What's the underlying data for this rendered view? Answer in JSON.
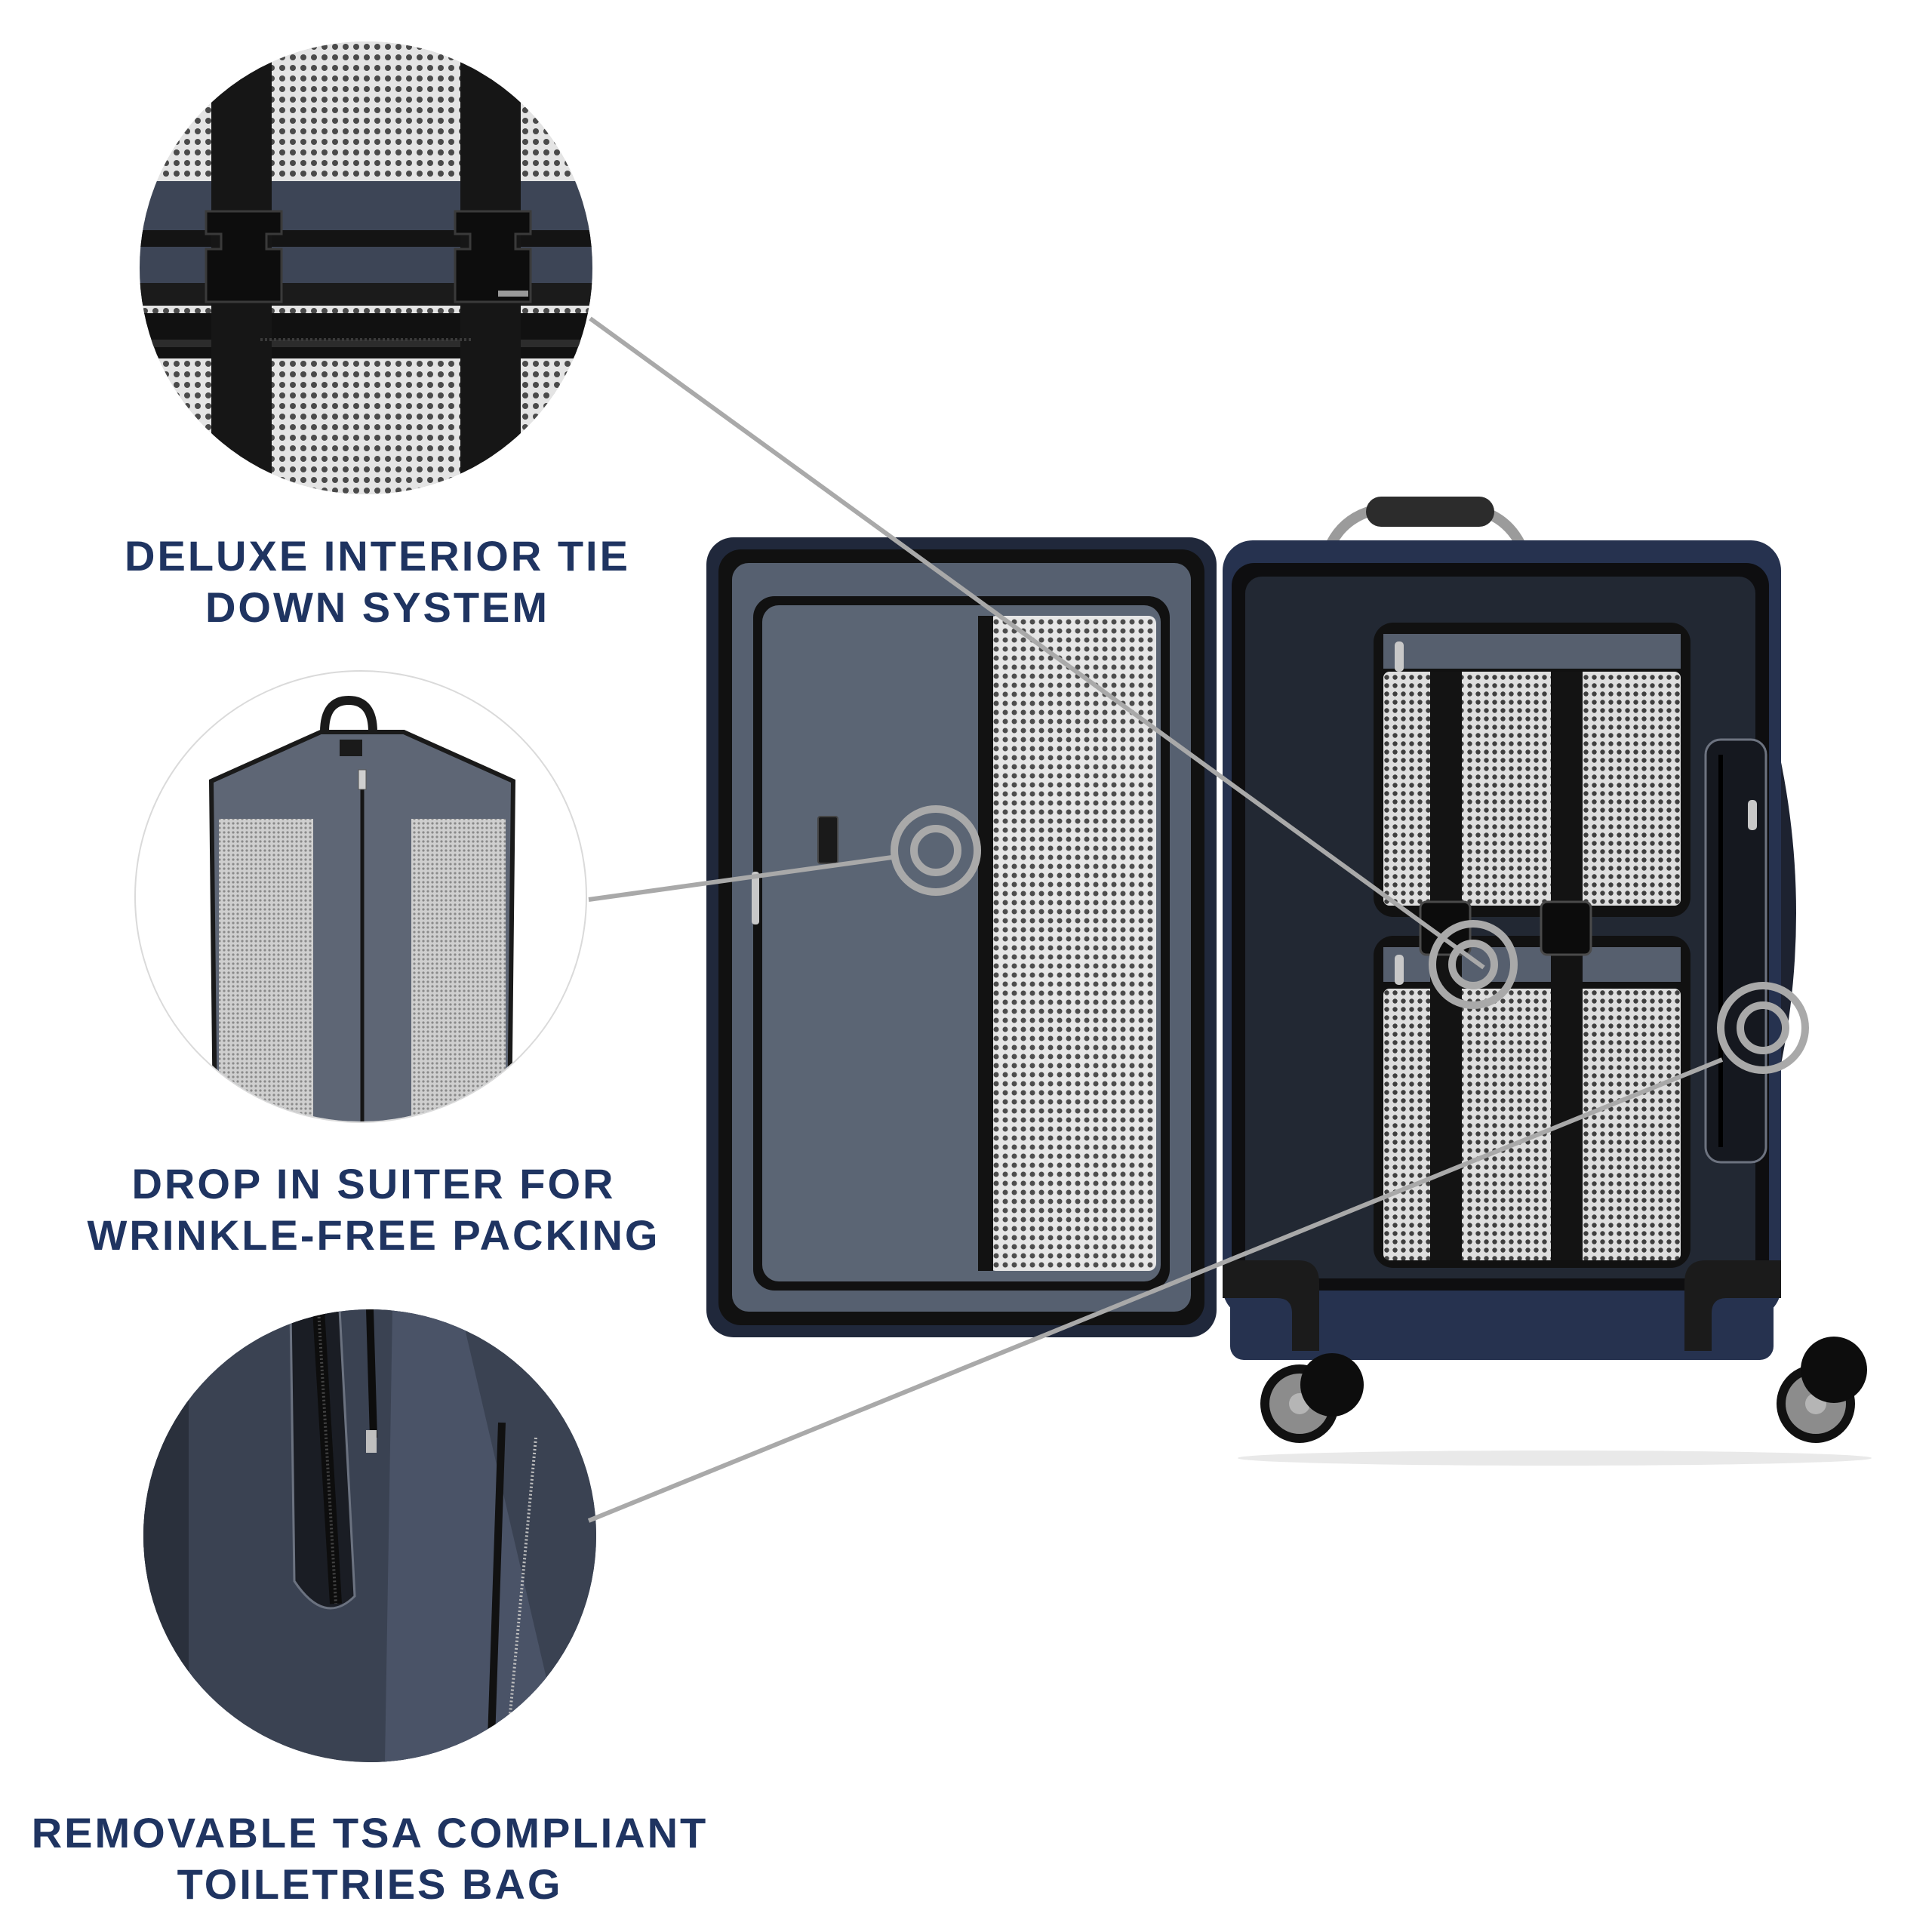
{
  "palette": {
    "caption_text": "#1f3461",
    "leader_line": "#a9a9a9",
    "target_ring": "#a9a9a9",
    "luggage_navy": "#24304f",
    "lining_grey": "#5a6372",
    "mesh_light": "#d9d9d9",
    "strap_black": "#141414",
    "background": "#ffffff"
  },
  "features": [
    {
      "id": "tie-down",
      "caption_lines": [
        "DELUXE INTERIOR TIE",
        "DOWN SYSTEM"
      ],
      "detail_image": "interior-strap-buckles-closeup",
      "target": "main-compartment-buckle"
    },
    {
      "id": "suiter",
      "caption_lines": [
        "DROP IN SUITER FOR",
        "WRINKLE-FREE PACKING"
      ],
      "detail_image": "garment-bag",
      "target": "lid-mesh-pocket"
    },
    {
      "id": "toiletries",
      "caption_lines": [
        "REMOVABLE TSA COMPLIANT",
        "TOILETRIES BAG"
      ],
      "detail_image": "clear-toiletry-pouch-zipper-closeup",
      "target": "side-toiletry-pouch"
    }
  ],
  "product": {
    "name_visible": "",
    "type": "softside carry-on spinner, opened",
    "wheels": 4
  }
}
